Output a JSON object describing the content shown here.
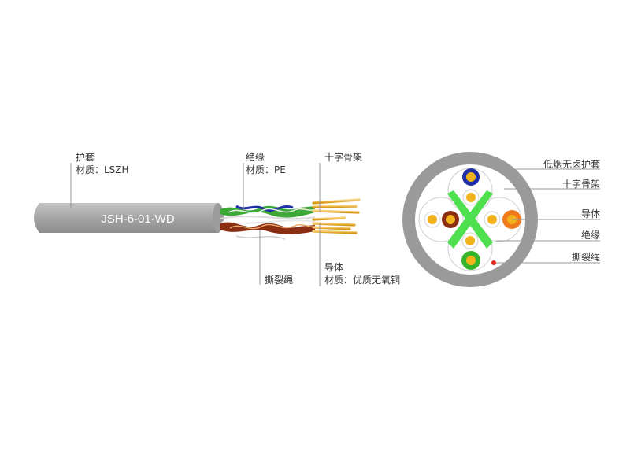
{
  "product_code": "JSH-6-01-WD",
  "side_view": {
    "jacket": {
      "title": "护套",
      "material": "材质：LSZH"
    },
    "insulation": {
      "title": "绝缘",
      "material": "材质：PE"
    },
    "rip_cord": {
      "title": "撕裂绳"
    },
    "cross_filler": {
      "title": "十字骨架"
    },
    "conductor": {
      "title": "导体",
      "material": "材质：优质无氧铜"
    }
  },
  "cross_section": {
    "labels": {
      "jacket": "低烟无卤护套",
      "cross_filler": "十字骨架",
      "conductor": "导体",
      "insulation": "绝缘",
      "rip_cord": "撕裂绳"
    }
  },
  "colors": {
    "jacket": "#9a9a9a",
    "jacket_light": "#b9b9b9",
    "cross": "#4ee04e",
    "conductor": "#f2b21c",
    "blue_pair": "#1f2fa8",
    "brown_pair": "#8a2d12",
    "orange_pair": "#ef7b1d",
    "green_pair": "#35b52c",
    "rip_cord": "#e0261b"
  }
}
